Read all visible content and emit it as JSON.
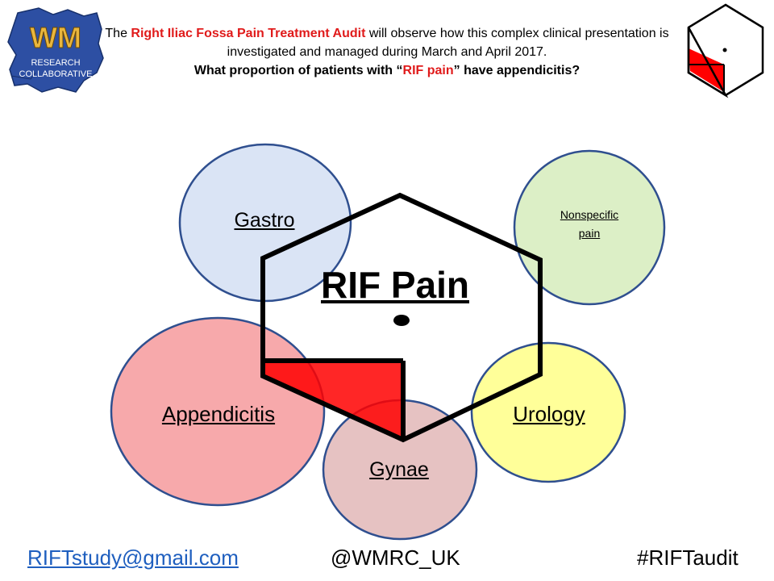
{
  "logo": {
    "initials": "WM",
    "line1": "RESEARCH",
    "line2": "COLLABORATIVE"
  },
  "header": {
    "part1": "The ",
    "audit_name": "Right Iliac Fossa Pain Treatment Audit",
    "part2": " will observe how this complex clinical presentation is investigated and managed during March and April 2017.",
    "question_start": "What proportion of patients with “",
    "question_highlight": "RIF pain",
    "question_end": "” have appendicitis?"
  },
  "diagram": {
    "center_label": "RIF Pain",
    "circles": {
      "gastro": "Gastro",
      "nonspecific_line1": "Nonspecific",
      "nonspecific_line2": "pain",
      "appendicitis": "Appendicitis",
      "urology": "Urology",
      "gynae": "Gynae"
    },
    "colors": {
      "gastro": "#dae4f5",
      "nonspecific": "#dcefc6",
      "appendicitis": "#f7a9ab",
      "urology": "#ffff99",
      "gynae": "#e6c2c2",
      "outline": "#2f4f8f",
      "highlight": "#ff0000"
    }
  },
  "footer": {
    "email": "RIFTstudy@gmail.com",
    "twitter": "@WMRC_UK",
    "hashtag": "#RIFTaudit"
  }
}
